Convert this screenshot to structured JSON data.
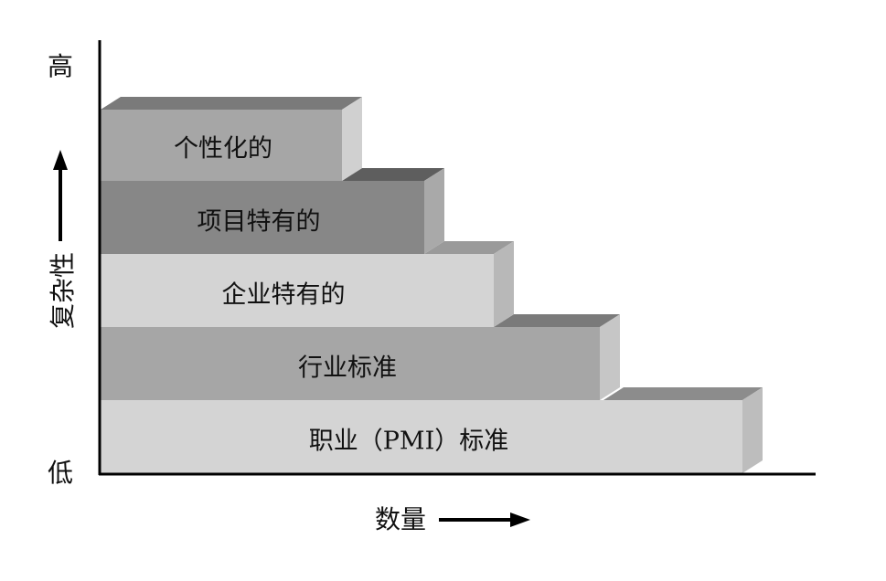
{
  "axes": {
    "y_label": "复杂性",
    "y_high": "高",
    "y_low": "低",
    "x_label": "数量"
  },
  "tiers": [
    {
      "label": "职业（PMI）标准",
      "color": "#d4d4d4"
    },
    {
      "label": "行业标准",
      "color": "#a6a6a6"
    },
    {
      "label": "企业特有的",
      "color": "#d4d4d4"
    },
    {
      "label": "项目特有的",
      "color": "#878787"
    },
    {
      "label": "个性化的",
      "color": "#a6a6a6"
    }
  ]
}
